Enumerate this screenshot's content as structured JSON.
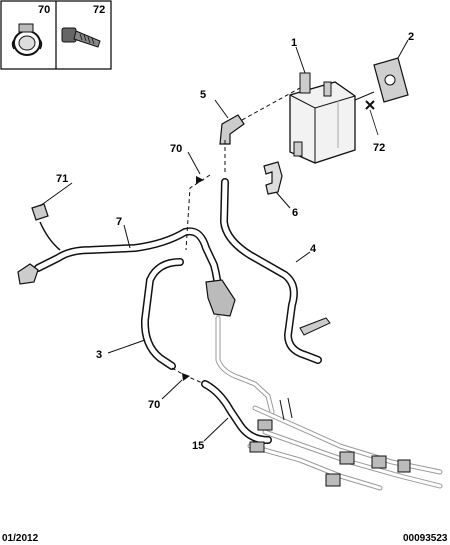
{
  "legend": {
    "items": [
      {
        "number": "70",
        "icon": "hose-clamp-icon"
      },
      {
        "number": "72",
        "icon": "bolt-icon"
      }
    ]
  },
  "callouts": {
    "c1": "1",
    "c2": "2",
    "c3": "3",
    "c4": "4",
    "c5": "5",
    "c6": "6",
    "c7": "7",
    "c15": "15",
    "c70a": "70",
    "c70b": "70",
    "c71": "71",
    "c72": "72"
  },
  "footer": {
    "date": "01/2012",
    "reference": "00093523"
  }
}
